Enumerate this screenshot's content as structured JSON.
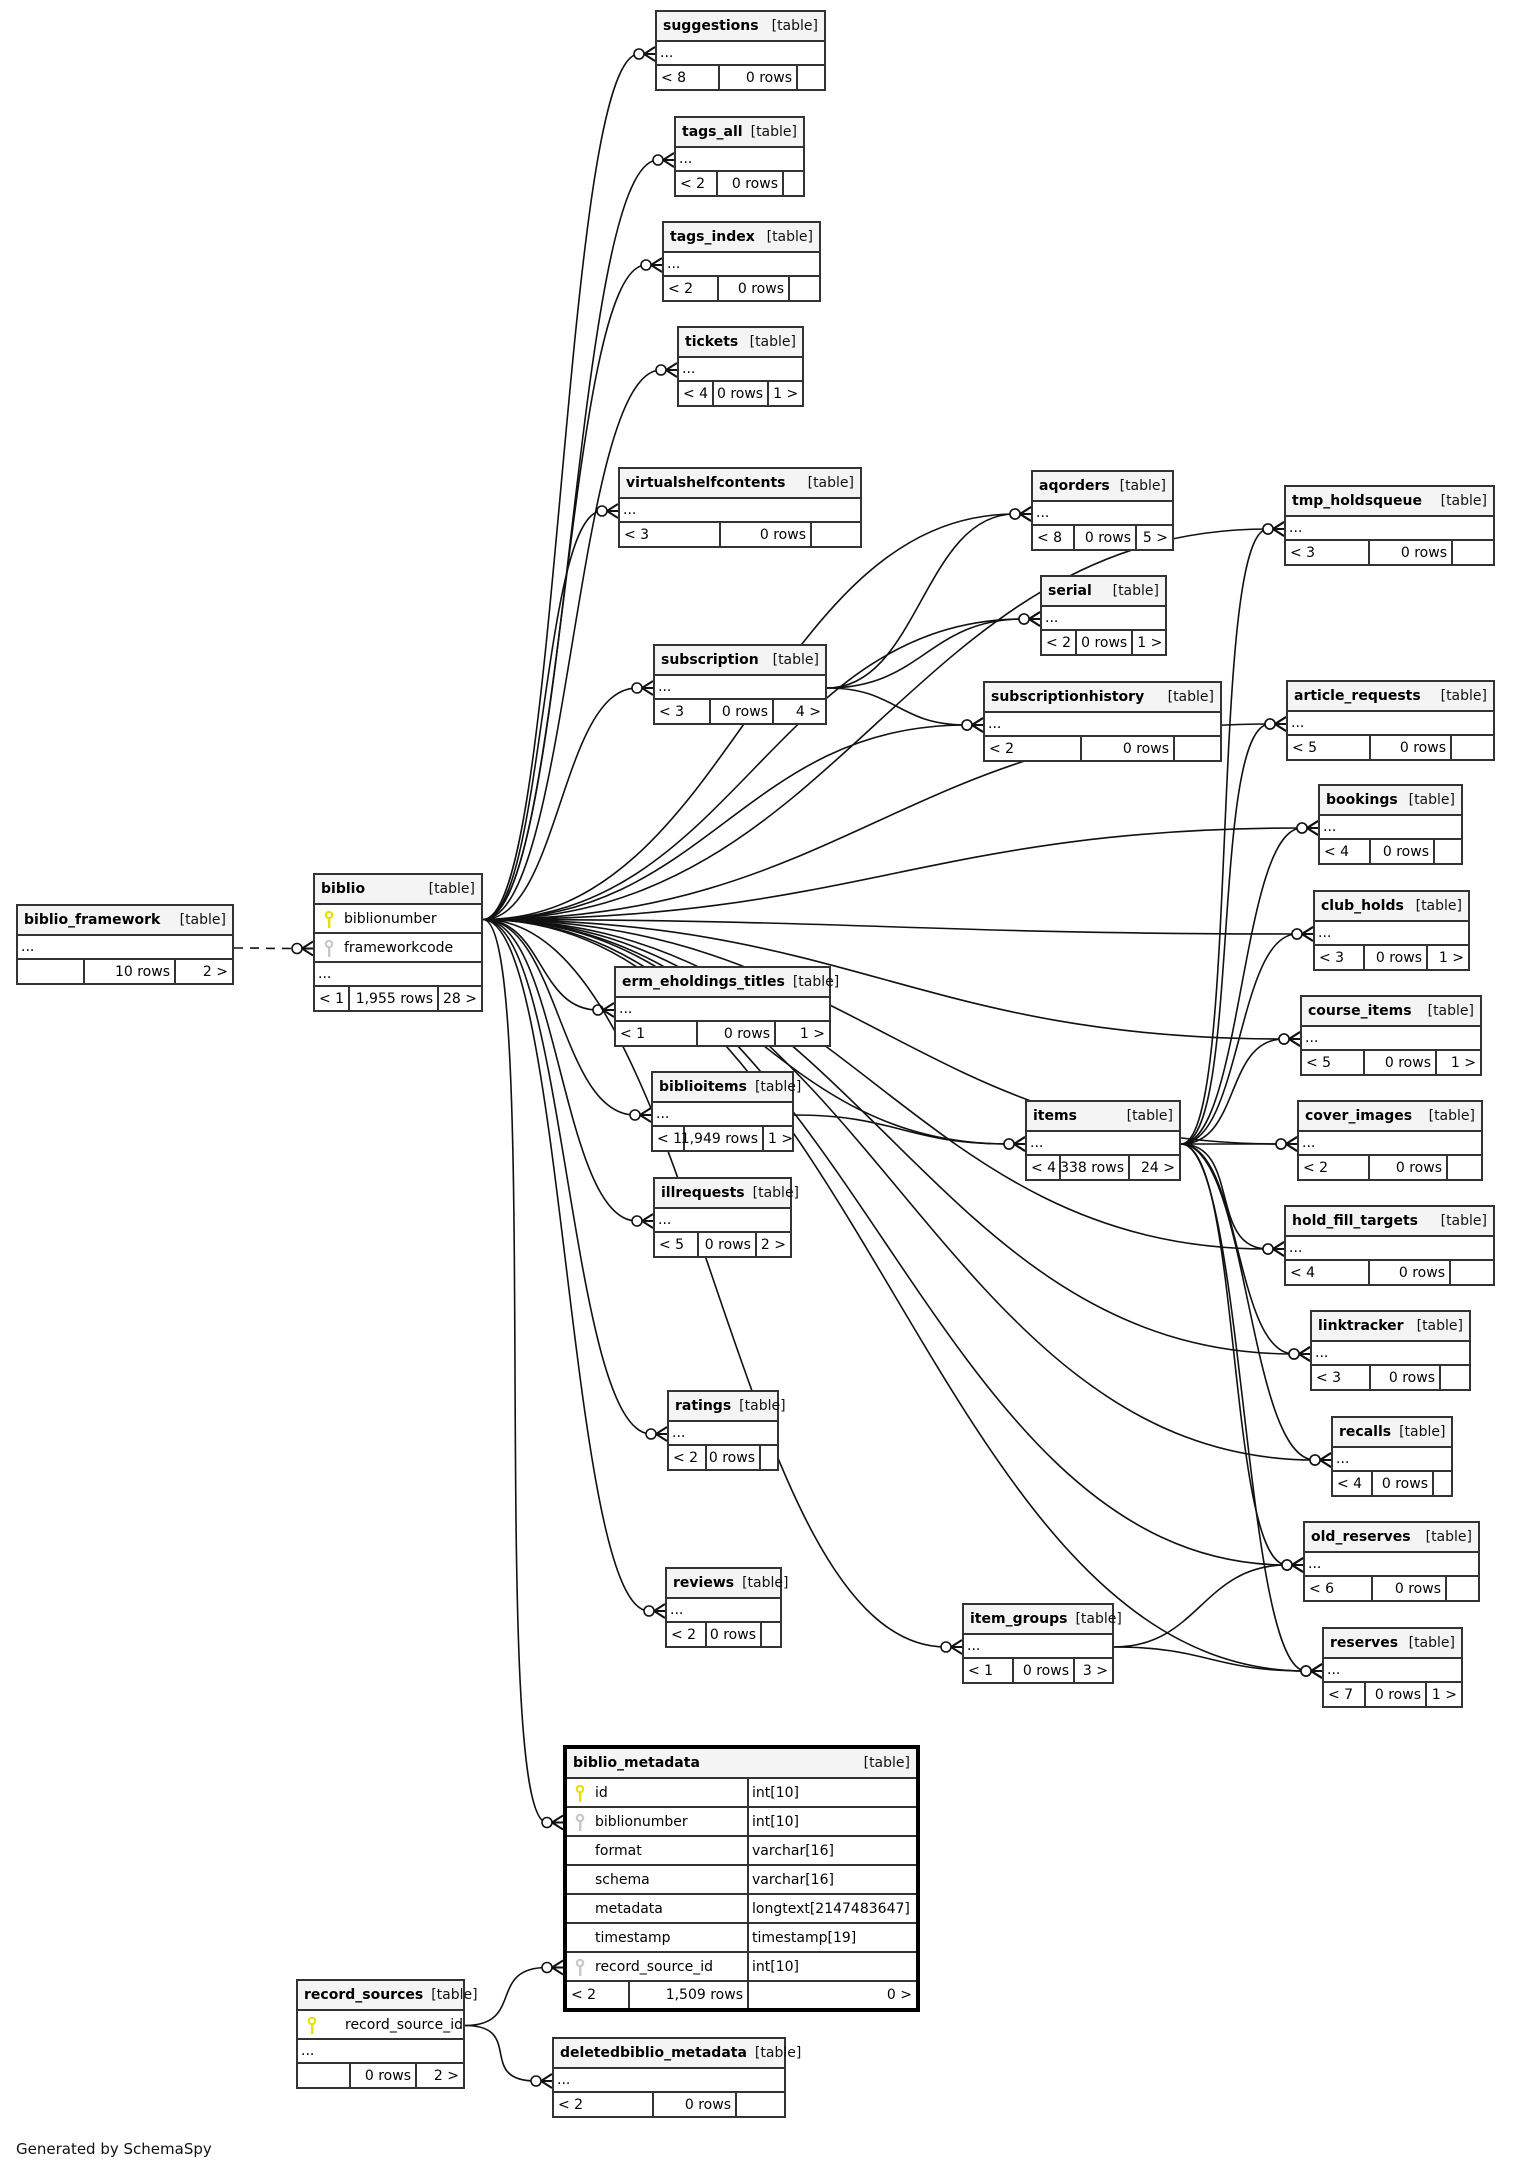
{
  "type_label": "[table]",
  "ellipsis": "...",
  "footer_note": "Generated by SchemaSpy",
  "colors": {
    "primary_key": "#e5e000",
    "foreign_key": "#c8c8c8",
    "border": "#333333",
    "header_bg": "#f4f4f4"
  },
  "tables": {
    "suggestions": {
      "name": "suggestions",
      "parents": "< 8",
      "rows": "0 rows",
      "children": ""
    },
    "tags_all": {
      "name": "tags_all",
      "parents": "< 2",
      "rows": "0 rows",
      "children": ""
    },
    "tags_index": {
      "name": "tags_index",
      "parents": "< 2",
      "rows": "0 rows",
      "children": ""
    },
    "tickets": {
      "name": "tickets",
      "parents": "< 4",
      "rows": "0 rows",
      "children": "1 >"
    },
    "virtualshelfcontents": {
      "name": "virtualshelfcontents",
      "parents": "< 3",
      "rows": "0 rows",
      "children": ""
    },
    "aqorders": {
      "name": "aqorders",
      "parents": "< 8",
      "rows": "0 rows",
      "children": "5 >"
    },
    "tmp_holdsqueue": {
      "name": "tmp_holdsqueue",
      "parents": "< 3",
      "rows": "0 rows",
      "children": ""
    },
    "serial": {
      "name": "serial",
      "parents": "< 2",
      "rows": "0 rows",
      "children": "1 >"
    },
    "subscription": {
      "name": "subscription",
      "parents": "< 3",
      "rows": "0 rows",
      "children": "4 >"
    },
    "subscriptionhistory": {
      "name": "subscriptionhistory",
      "parents": "< 2",
      "rows": "0 rows",
      "children": ""
    },
    "article_requests": {
      "name": "article_requests",
      "parents": "< 5",
      "rows": "0 rows",
      "children": ""
    },
    "bookings": {
      "name": "bookings",
      "parents": "< 4",
      "rows": "0 rows",
      "children": ""
    },
    "club_holds": {
      "name": "club_holds",
      "parents": "< 3",
      "rows": "0 rows",
      "children": "1 >"
    },
    "course_items": {
      "name": "course_items",
      "parents": "< 5",
      "rows": "0 rows",
      "children": "1 >"
    },
    "cover_images": {
      "name": "cover_images",
      "parents": "< 2",
      "rows": "0 rows",
      "children": ""
    },
    "hold_fill_targets": {
      "name": "hold_fill_targets",
      "parents": "< 4",
      "rows": "0 rows",
      "children": ""
    },
    "linktracker": {
      "name": "linktracker",
      "parents": "< 3",
      "rows": "0 rows",
      "children": ""
    },
    "recalls": {
      "name": "recalls",
      "parents": "< 4",
      "rows": "0 rows",
      "children": ""
    },
    "old_reserves": {
      "name": "old_reserves",
      "parents": "< 6",
      "rows": "0 rows",
      "children": ""
    },
    "reserves": {
      "name": "reserves",
      "parents": "< 7",
      "rows": "0 rows",
      "children": "1 >"
    },
    "biblio_framework": {
      "name": "biblio_framework",
      "parents": "",
      "rows": "10 rows",
      "children": "2 >"
    },
    "biblio": {
      "name": "biblio",
      "parents": "< 1",
      "rows": "1,955 rows",
      "children": "28 >",
      "columns": [
        {
          "name": "biblionumber",
          "key": "primary"
        },
        {
          "name": "frameworkcode",
          "key": "foreign"
        }
      ]
    },
    "erm_eholdings_titles": {
      "name": "erm_eholdings_titles",
      "parents": "< 1",
      "rows": "0 rows",
      "children": "1 >"
    },
    "biblioitems": {
      "name": "biblioitems",
      "parents": "< 1",
      "rows": "1,949 rows",
      "children": "1 >"
    },
    "illrequests": {
      "name": "illrequests",
      "parents": "< 5",
      "rows": "0 rows",
      "children": "2 >"
    },
    "items": {
      "name": "items",
      "parents": "< 4",
      "rows": "338 rows",
      "children": "24 >"
    },
    "ratings": {
      "name": "ratings",
      "parents": "< 2",
      "rows": "0 rows",
      "children": ""
    },
    "reviews": {
      "name": "reviews",
      "parents": "< 2",
      "rows": "0 rows",
      "children": ""
    },
    "item_groups": {
      "name": "item_groups",
      "parents": "< 1",
      "rows": "0 rows",
      "children": "3 >"
    },
    "biblio_metadata": {
      "name": "biblio_metadata",
      "parents": "< 2",
      "rows": "1,509 rows",
      "children": "0 >",
      "columns": [
        {
          "name": "id",
          "type": "int[10]",
          "key": "primary"
        },
        {
          "name": "biblionumber",
          "type": "int[10]",
          "key": "foreign"
        },
        {
          "name": "format",
          "type": "varchar[16]",
          "key": ""
        },
        {
          "name": "schema",
          "type": "varchar[16]",
          "key": ""
        },
        {
          "name": "metadata",
          "type": "longtext[2147483647]",
          "key": ""
        },
        {
          "name": "timestamp",
          "type": "timestamp[19]",
          "key": ""
        },
        {
          "name": "record_source_id",
          "type": "int[10]",
          "key": "foreign"
        }
      ]
    },
    "record_sources": {
      "name": "record_sources",
      "parents": "",
      "rows": "0 rows",
      "children": "2 >",
      "columns": [
        {
          "name": "record_source_id",
          "key": "primary"
        }
      ]
    },
    "deletedbiblio_metadata": {
      "name": "deletedbiblio_metadata",
      "parents": "< 2",
      "rows": "0 rows",
      "children": ""
    }
  },
  "relationships": [
    {
      "from": "biblio_framework",
      "to": "biblio",
      "style": "dashed"
    },
    {
      "from": "biblio",
      "to": "suggestions"
    },
    {
      "from": "biblio",
      "to": "tags_all"
    },
    {
      "from": "biblio",
      "to": "tags_index"
    },
    {
      "from": "biblio",
      "to": "tickets"
    },
    {
      "from": "biblio",
      "to": "virtualshelfcontents"
    },
    {
      "from": "biblio",
      "to": "aqorders"
    },
    {
      "from": "biblio",
      "to": "tmp_holdsqueue"
    },
    {
      "from": "biblio",
      "to": "serial"
    },
    {
      "from": "biblio",
      "to": "subscription"
    },
    {
      "from": "biblio",
      "to": "subscriptionhistory"
    },
    {
      "from": "biblio",
      "to": "article_requests"
    },
    {
      "from": "biblio",
      "to": "bookings"
    },
    {
      "from": "biblio",
      "to": "club_holds"
    },
    {
      "from": "biblio",
      "to": "course_items"
    },
    {
      "from": "biblio",
      "to": "cover_images"
    },
    {
      "from": "biblio",
      "to": "hold_fill_targets"
    },
    {
      "from": "biblio",
      "to": "linktracker"
    },
    {
      "from": "biblio",
      "to": "recalls"
    },
    {
      "from": "biblio",
      "to": "old_reserves"
    },
    {
      "from": "biblio",
      "to": "reserves"
    },
    {
      "from": "biblio",
      "to": "erm_eholdings_titles"
    },
    {
      "from": "biblio",
      "to": "biblioitems"
    },
    {
      "from": "biblio",
      "to": "illrequests"
    },
    {
      "from": "biblio",
      "to": "items"
    },
    {
      "from": "biblio",
      "to": "ratings"
    },
    {
      "from": "biblio",
      "to": "reviews"
    },
    {
      "from": "biblio",
      "to": "item_groups"
    },
    {
      "from": "biblio",
      "to": "biblio_metadata",
      "toRow": "biblionumber"
    },
    {
      "from": "subscription",
      "to": "aqorders"
    },
    {
      "from": "subscription",
      "to": "serial"
    },
    {
      "from": "subscription",
      "to": "subscriptionhistory"
    },
    {
      "from": "biblioitems",
      "to": "items"
    },
    {
      "from": "items",
      "to": "tmp_holdsqueue"
    },
    {
      "from": "items",
      "to": "article_requests"
    },
    {
      "from": "items",
      "to": "bookings"
    },
    {
      "from": "items",
      "to": "club_holds"
    },
    {
      "from": "items",
      "to": "course_items"
    },
    {
      "from": "items",
      "to": "cover_images"
    },
    {
      "from": "items",
      "to": "hold_fill_targets"
    },
    {
      "from": "items",
      "to": "linktracker"
    },
    {
      "from": "items",
      "to": "recalls"
    },
    {
      "from": "items",
      "to": "old_reserves"
    },
    {
      "from": "items",
      "to": "reserves"
    },
    {
      "from": "item_groups",
      "to": "old_reserves"
    },
    {
      "from": "item_groups",
      "to": "reserves"
    },
    {
      "from": "record_sources",
      "to": "biblio_metadata",
      "toRow": "record_source_id"
    },
    {
      "from": "record_sources",
      "to": "deletedbiblio_metadata"
    }
  ]
}
